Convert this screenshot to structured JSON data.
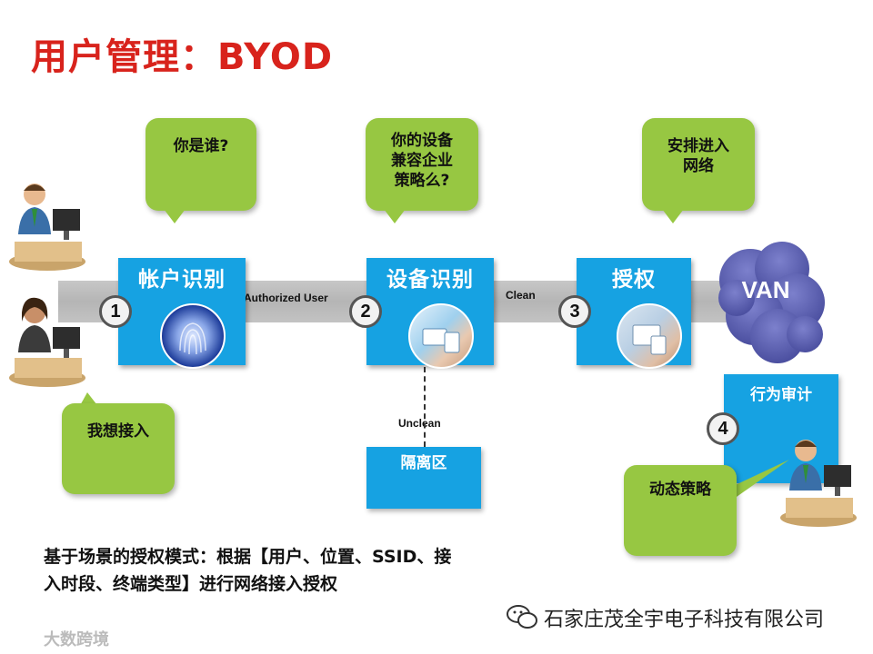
{
  "title": "用户管理：BYOD",
  "flow": {
    "edge_labels": {
      "authorized": "Authorized User",
      "clean": "Clean",
      "unclean": "Unclean"
    },
    "steps": [
      {
        "number": "1",
        "label": "帐户识别"
      },
      {
        "number": "2",
        "label": "设备识别"
      },
      {
        "number": "3",
        "label": "授权"
      },
      {
        "number": "4",
        "label": "行为审计"
      }
    ],
    "quarantine": "隔离区",
    "van": "VAN"
  },
  "bubbles": {
    "who": "你是谁?",
    "device": [
      "你的设备",
      "兼容企业",
      "策略么?"
    ],
    "arrange": [
      "安排进入",
      "网络"
    ],
    "want": "我想接入",
    "policy": "动态策略"
  },
  "footer": {
    "line1": "基于场景的授权模式：根据【用户、位置、SSID、接",
    "line2": "入时段、终端类型】进行网络接入授权"
  },
  "company": "石家庄茂全宇电子科技有限公司",
  "watermark": "大数跨境",
  "colors": {
    "title": "#d8231c",
    "step_box": "#16a2e2",
    "bubble": "#97c742",
    "band": "#bdbdbd",
    "cloud": "#5a5eb0"
  }
}
